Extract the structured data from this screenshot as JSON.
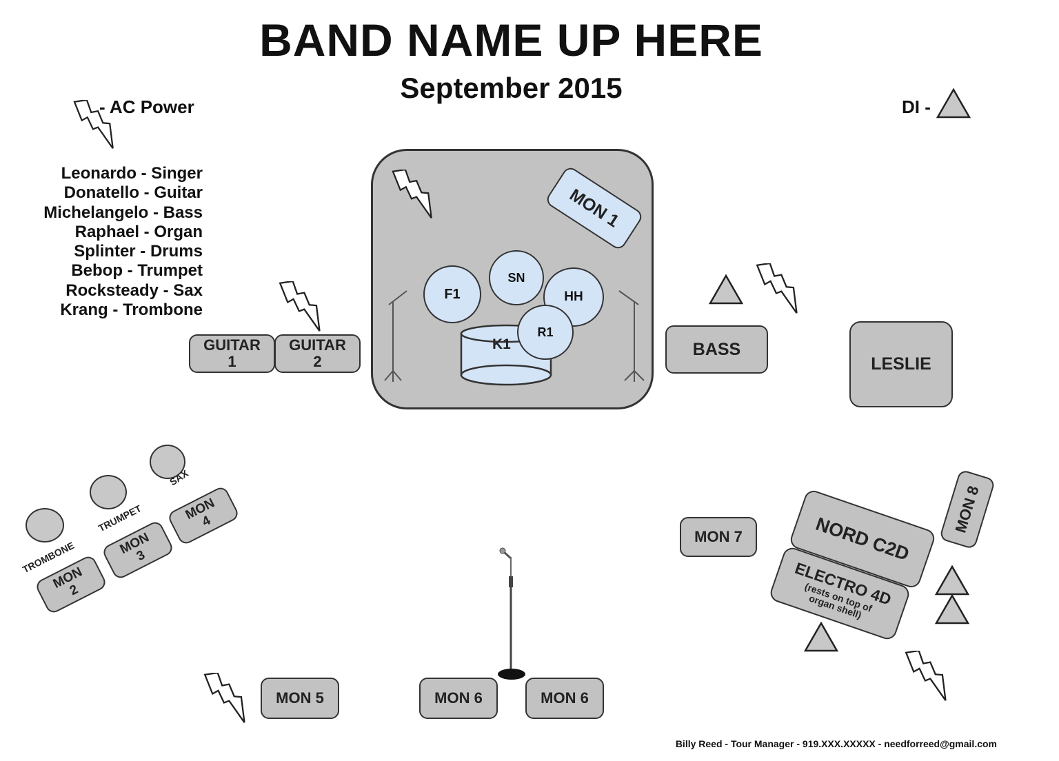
{
  "title": "BAND NAME UP HERE",
  "date": "September 2015",
  "legend": {
    "ac_power": "- AC Power",
    "di": "DI -"
  },
  "members": [
    "Leonardo - Singer",
    "Donatello - Guitar",
    "Michelangelo - Bass",
    "Raphael - Organ",
    "Splinter - Drums",
    "Bebop - Trumpet",
    "Rocksteady - Sax",
    "Krang - Trombone"
  ],
  "drum_riser": {
    "monitor": "MON 1",
    "kit": {
      "floor_tom": "F1",
      "snare": "SN",
      "hihat": "HH",
      "ride": "R1",
      "kick": "K1"
    }
  },
  "amps": {
    "guitar1": [
      "GUITAR",
      "1"
    ],
    "guitar2": [
      "GUITAR",
      "2"
    ],
    "bass": "BASS",
    "leslie": "LESLIE"
  },
  "horns": {
    "trombone": "TROMBONE",
    "trumpet": "TRUMPET",
    "sax": "SAX",
    "mon2": [
      "MON",
      "2"
    ],
    "mon3": [
      "MON",
      "3"
    ],
    "mon4": [
      "MON",
      "4"
    ]
  },
  "monitors": {
    "mon5": "MON 5",
    "mon6a": "MON 6",
    "mon6b": "MON 6",
    "mon7": "MON 7",
    "mon8": "MON 8"
  },
  "keys": {
    "nord": "NORD C2D",
    "electro": "ELECTRO 4D",
    "electro_note": [
      "(rests on top of",
      "organ shell)"
    ]
  },
  "footer": "Billy Reed - Tour Manager - 919.XXX.XXXXX - needforreed@gmail.com",
  "colors": {
    "gear_fill": "#c2c2c2",
    "drum_fill": "#d4e4f7",
    "outline": "#333333"
  },
  "icons": [
    "lightning-icon",
    "di-triangle-icon",
    "mic-stand-icon",
    "cymbal-stand-icon"
  ]
}
